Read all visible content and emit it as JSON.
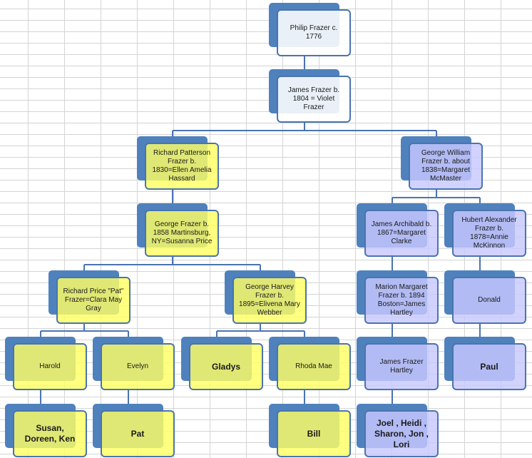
{
  "diagram": {
    "type": "family-tree",
    "colors": {
      "connector": "#4a74b0",
      "shadow_box": "#4f81bd",
      "root": "#ffffff",
      "left_branch": "#ffff64",
      "right_branch": "#c8c8ff"
    },
    "nodes": [
      {
        "id": "philip",
        "label": "Philip Frazer c. 1776",
        "color": "white",
        "bold": false
      },
      {
        "id": "james1804",
        "label": "James Frazer b. 1804 = Violet Frazer",
        "color": "white",
        "bold": false,
        "parent": "philip"
      },
      {
        "id": "richard1830",
        "label": "Richard Patterson Frazer b. 1830=Ellen Amelia Hassard",
        "color": "yellow",
        "bold": false,
        "parent": "james1804"
      },
      {
        "id": "georgewilliam",
        "label": "George William Frazer b. about 1838=Margaret McMaster",
        "color": "purple",
        "bold": false,
        "parent": "james1804"
      },
      {
        "id": "george1858",
        "label": "George Frazer b. 1858 Martinsburg, NY=Susanna Price",
        "color": "yellow",
        "bold": false,
        "parent": "richard1830"
      },
      {
        "id": "jamesarchibald",
        "label": "James Archibald b. 1867=Margaret Clarke",
        "color": "purple",
        "bold": false,
        "parent": "georgewilliam"
      },
      {
        "id": "hubert",
        "label": "Hubert Alexander Frazer b. 1878=Annie McKinnon",
        "color": "purple",
        "bold": false,
        "parent": "georgewilliam"
      },
      {
        "id": "richardpat",
        "label": "Richard Price \"Pat\" Frazer=Clara May Gray",
        "color": "yellow",
        "bold": false,
        "parent": "george1858"
      },
      {
        "id": "georgeharvey",
        "label": "George Harvey Frazer b. 1895=Elivena Mary Webber",
        "color": "yellow",
        "bold": false,
        "parent": "george1858"
      },
      {
        "id": "marion",
        "label": "Marion Margaret Frazer b. 1894 Boston=James Hartley",
        "color": "purple",
        "bold": false,
        "parent": "jamesarchibald"
      },
      {
        "id": "donald",
        "label": "Donald",
        "color": "purple",
        "bold": false,
        "parent": "hubert"
      },
      {
        "id": "harold",
        "label": "Harold",
        "color": "yellow",
        "bold": false,
        "parent": "richardpat"
      },
      {
        "id": "evelyn",
        "label": "Evelyn",
        "color": "yellow",
        "bold": false,
        "parent": "richardpat"
      },
      {
        "id": "gladys",
        "label": "Gladys",
        "color": "yellow",
        "bold": true,
        "parent": "georgeharvey"
      },
      {
        "id": "rhodamae",
        "label": "Rhoda Mae",
        "color": "yellow",
        "bold": false,
        "parent": "georgeharvey"
      },
      {
        "id": "jameshartley",
        "label": "James Frazer Hartley",
        "color": "purple",
        "bold": false,
        "parent": "marion"
      },
      {
        "id": "paul",
        "label": "Paul",
        "color": "purple",
        "bold": true,
        "parent": "donald"
      },
      {
        "id": "susan",
        "label": "Susan, Doreen, Ken",
        "color": "yellow",
        "bold": true,
        "parent": "harold"
      },
      {
        "id": "pat",
        "label": "Pat",
        "color": "yellow",
        "bold": true,
        "parent": "evelyn"
      },
      {
        "id": "bill",
        "label": "Bill",
        "color": "yellow",
        "bold": true,
        "parent": "rhodamae"
      },
      {
        "id": "joel",
        "label": "Joel , Heidi , Sharon, Jon , Lori",
        "color": "purple",
        "bold": true,
        "parent": "jameshartley"
      }
    ]
  }
}
